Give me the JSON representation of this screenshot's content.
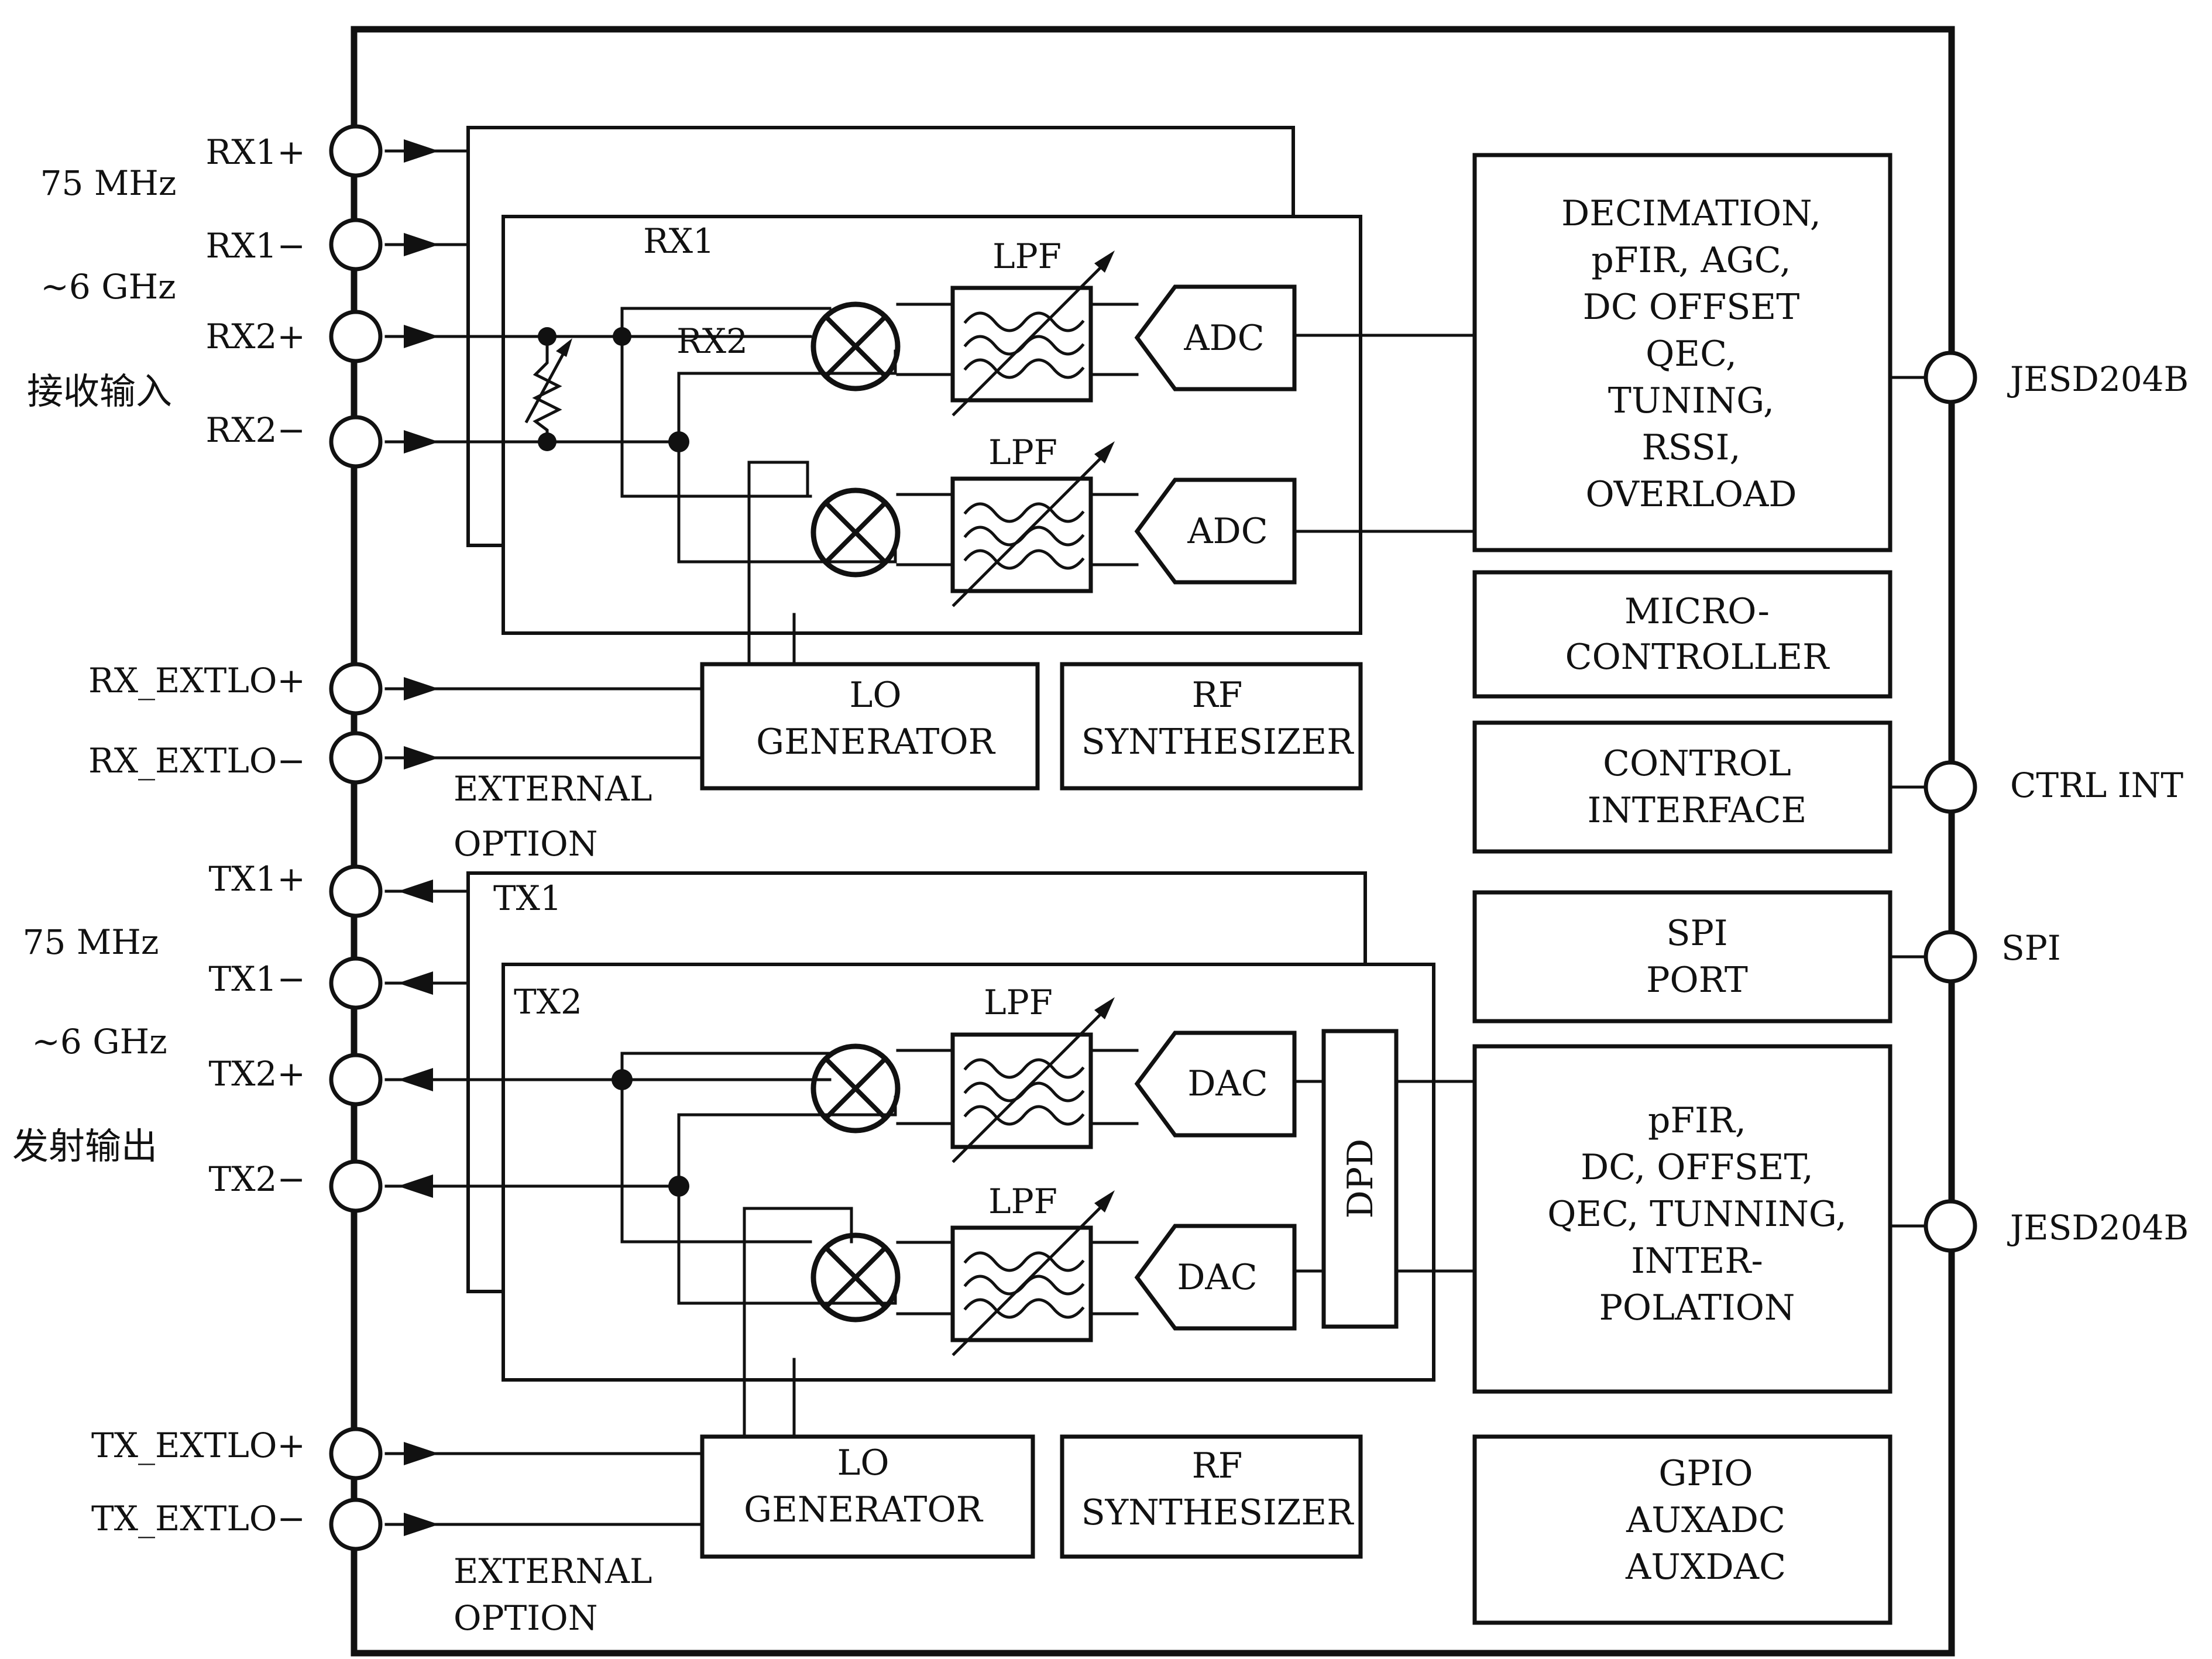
{
  "ports": {
    "rx1p": "RX1+",
    "rx1m": "RX1−",
    "rx2p": "RX2+",
    "rx2m": "RX2−",
    "rx_extlo_p": "RX_EXTLO+",
    "rx_extlo_m": "RX_EXTLO−",
    "tx1p": "TX1+",
    "tx1m": "TX1−",
    "tx2p": "TX2+",
    "tx2m": "TX2−",
    "tx_extlo_p": "TX_EXTLO+",
    "tx_extlo_m": "TX_EXTLO−",
    "jesd_rx": "JESD204B",
    "ctrl_int": "CTRL INT",
    "spi": "SPI",
    "jesd_tx": "JESD204B"
  },
  "side_notes": {
    "rx_freq_line1": "75 MHz",
    "rx_freq_line2": "~6 GHz",
    "rx_label": "接收输入",
    "tx_freq_line1": "75 MHz",
    "tx_freq_line2": "~6 GHz",
    "tx_label": "发射输出"
  },
  "rx": {
    "rx1_label": "RX1",
    "rx2_label": "RX2",
    "lpf": "LPF",
    "adc": "ADC",
    "lo_generator": [
      "LO",
      "GENERATOR"
    ],
    "rf_synth": [
      "RF",
      "SYNTHESIZER"
    ],
    "external_option": [
      "EXTERNAL",
      "OPTION"
    ]
  },
  "tx": {
    "tx1_label": "TX1",
    "tx2_label": "TX2",
    "lpf": "LPF",
    "dac": "DAC",
    "dpd": "DPD",
    "lo_generator": [
      "LO",
      "GENERATOR"
    ],
    "rf_synth": [
      "RF",
      "SYNTHESIZER"
    ],
    "external_option": [
      "EXTERNAL",
      "OPTION"
    ]
  },
  "digital_blocks": {
    "rx_dsp": [
      "DECIMATION,",
      "pFIR, AGC,",
      "DC OFFSET",
      "QEC,",
      "TUNING,",
      "RSSI,",
      "OVERLOAD"
    ],
    "micro": [
      "MICRO-",
      "CONTROLLER"
    ],
    "control": [
      "CONTROL",
      "INTERFACE"
    ],
    "spi_port": [
      "SPI",
      "PORT"
    ],
    "tx_dsp": [
      "pFIR,",
      "DC, OFFSET,",
      "QEC, TUNNING,",
      "INTER-",
      "POLATION"
    ],
    "gpio": [
      "GPIO",
      "AUXADC",
      "AUXDAC"
    ]
  }
}
